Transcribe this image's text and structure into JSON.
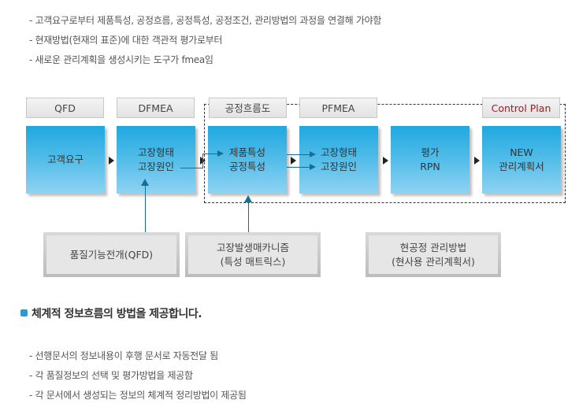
{
  "intro_lines": [
    "- 고객요구로부터 제품특성, 공정흐름, 공정특성, 공정조건, 관리방법의 과정을 연결해 가야함",
    "- 현재방법(현재의 표준)에 대한 객관적 평가로부터",
    "- 새로운 관리계획을 생성시키는 도구가 fmea임"
  ],
  "diagram": {
    "headers": [
      "QFD",
      "DFMEA",
      "공정흐름도",
      "PFMEA",
      "Control Plan"
    ],
    "header_colors": {
      "default": "#444444",
      "highlight": "#b5121b"
    },
    "boxes": [
      {
        "line1": "고객요구",
        "line2": ""
      },
      {
        "line1": "고장형태",
        "line2": "고장원인"
      },
      {
        "line1": "제품특성",
        "line2": "공정특성"
      },
      {
        "line1": "고장형태",
        "line2": "고장원인"
      },
      {
        "line1": "평가",
        "line2": "RPN"
      },
      {
        "line1": "NEW",
        "line2": "관리계획서"
      }
    ],
    "inputs": [
      {
        "line1": "품질기능전개(QFD)",
        "line2": ""
      },
      {
        "line1": "고장발생매카니즘",
        "line2": "(특성 매트릭스)"
      },
      {
        "line1": "현공정 관리방법",
        "line2": "(현사용 관리계획서)"
      }
    ],
    "box_color": "#1fa8e0",
    "connector_color": "#146f96"
  },
  "section": {
    "title": "체계적 정보흐름의 방법을 제공합니다.",
    "bullet_color": "#2a9ad6",
    "lines": [
      "- 선행문서의 정보내용이 후행 문서로 자동전달 됨",
      "- 각 품질정보의 선택 및 평가방법을 제공함",
      "- 각 문서에서 생성되는 정보의 체계적 정리방법이 제공됨"
    ]
  }
}
